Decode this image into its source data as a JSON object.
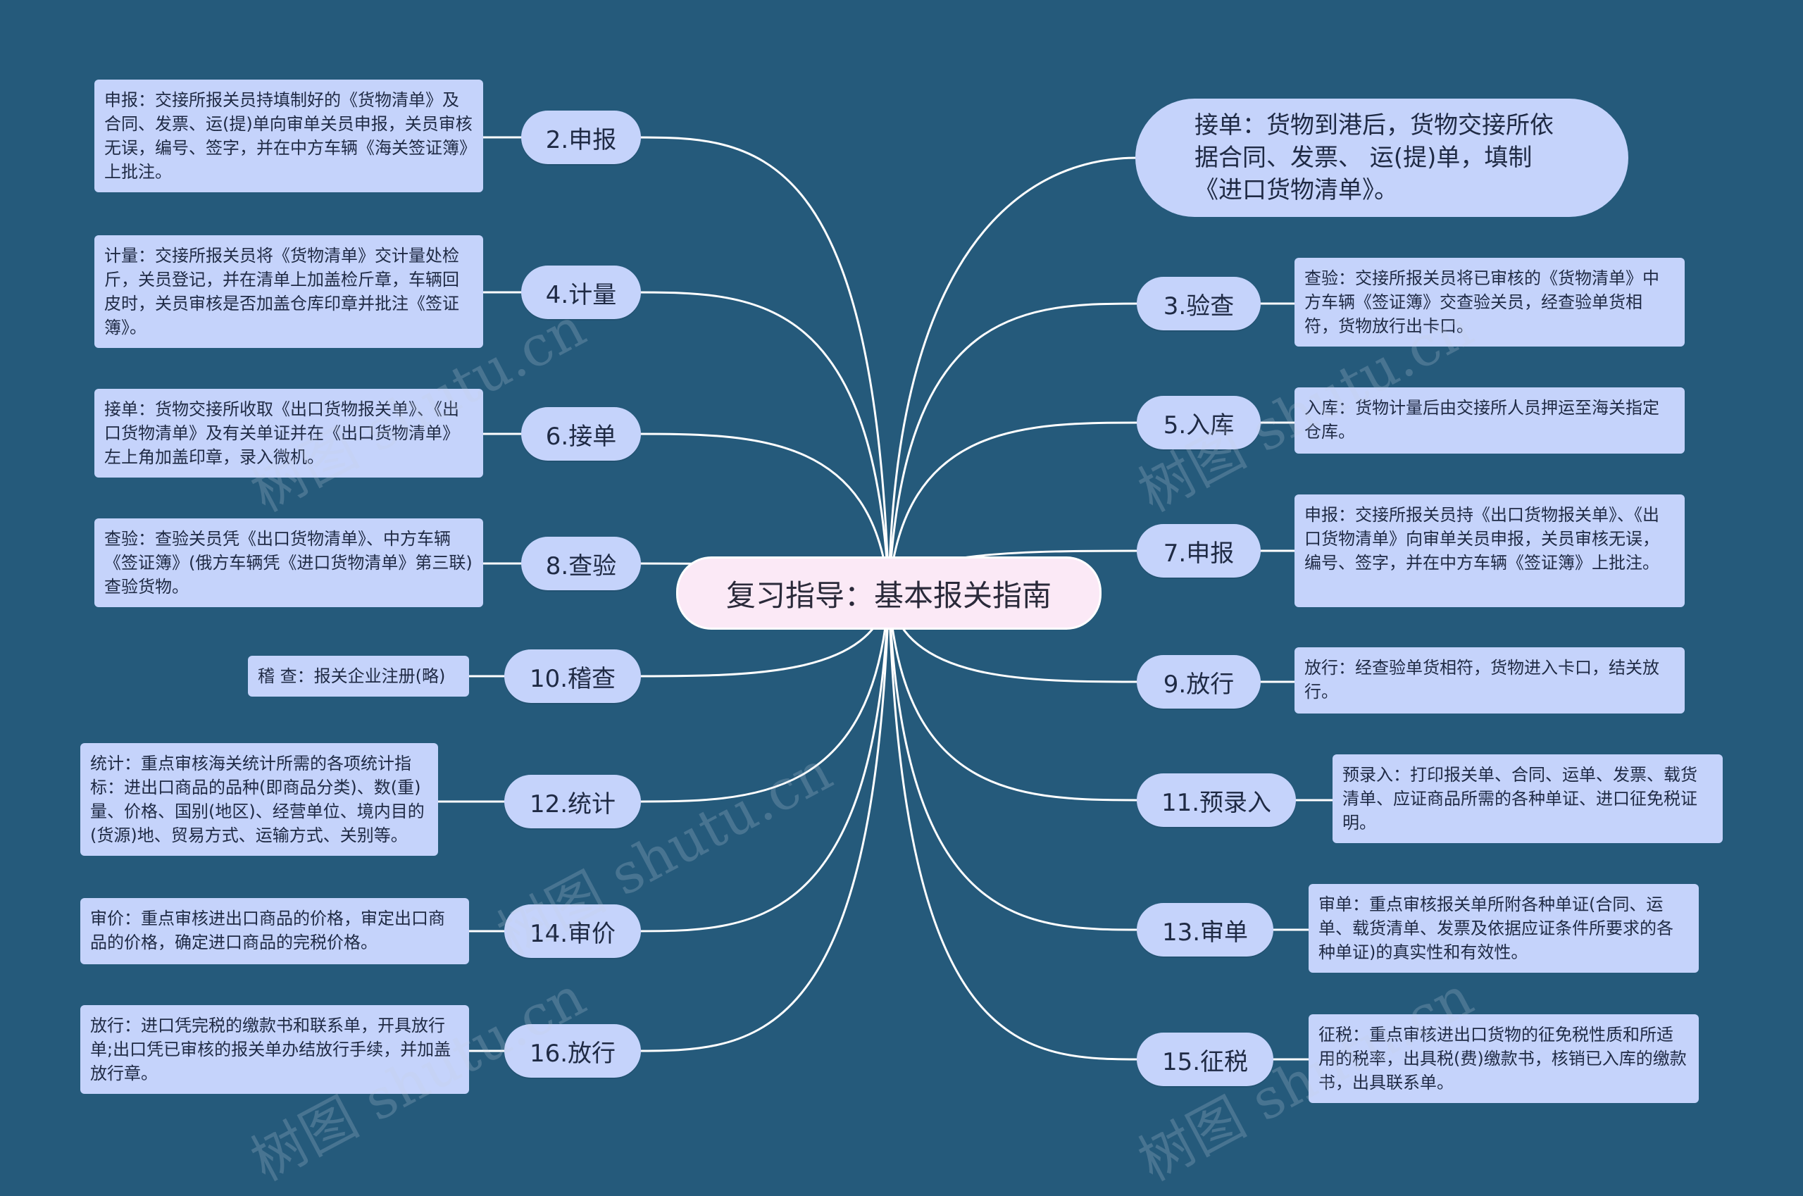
{
  "title": "复习指导：基本报关指南",
  "colors": {
    "background": "#255a7b",
    "node": "#c5d3fb",
    "center": "#fbe9f6",
    "line": "#ffffff"
  },
  "top_note": "接单：货物到港后，货物交接所依据合同、发票、 运(提)单，填制《进口货物清单》。",
  "left": [
    {
      "label": "2.申报",
      "note": "申报：交接所报关员持填制好的《货物清单》及合同、发票、运(提)单向审单关员申报，关员审核无误，编号、签字，并在中方车辆《海关签证簿》上批注。"
    },
    {
      "label": "4.计量",
      "note": "计量：交接所报关员将《货物清单》交计量处检斤，关员登记，并在清单上加盖检斤章，车辆回皮时，关员审核是否加盖仓库印章并批注《签证簿》。"
    },
    {
      "label": "6.接单",
      "note": "接单：货物交接所收取《出口货物报关单》、《出口货物清单》及有关单证并在《出口货物清单》左上角加盖印章，录入微机。"
    },
    {
      "label": "8.查验",
      "note": "查验：查验关员凭《出口货物清单》、中方车辆《签证簿》(俄方车辆凭《进口货物清单》第三联)查验货物。"
    },
    {
      "label": "10.稽查",
      "note": "稽 查：报关企业注册(略)"
    },
    {
      "label": "12.统计",
      "note": "统计：重点审核海关统计所需的各项统计指标：进出口商品的品种(即商品分类)、数(重)量、价格、国别(地区)、经营单位、境内目的(货源)地、贸易方式、运输方式、关别等。"
    },
    {
      "label": "14.审价",
      "note": "审价：重点审核进出口商品的价格，审定出口商品的价格，确定进口商品的完税价格。"
    },
    {
      "label": "16.放行",
      "note": "放行：进口凭完税的缴款书和联系单，开具放行单;出口凭已审核的报关单办结放行手续，并加盖放行章。"
    }
  ],
  "right": [
    {
      "label": "3.验查",
      "note": "查验：交接所报关员将已审核的《货物清单》中方车辆《签证簿》交查验关员，经查验单货相符，货物放行出卡口。"
    },
    {
      "label": "5.入库",
      "note": "入库：货物计量后由交接所人员押运至海关指定仓库。"
    },
    {
      "label": "7.申报",
      "note": "申报：交接所报关员持《出口货物报关单》、《出口货物清单》向审单关员申报，关员审核无误，编号、签字，并在中方车辆《签证簿》上批注。"
    },
    {
      "label": "9.放行",
      "note": "放行：经查验单货相符，货物进入卡口，结关放行。"
    },
    {
      "label": "11.预录入",
      "note": "预录入：打印报关单、合同、运单、发票、载货清单、应证商品所需的各种单证、进口征免税证明。"
    },
    {
      "label": "13.审单",
      "note": "审单：重点审核报关单所附各种单证(合同、运单、载货清单、发票及依据应证条件所要求的各种单证)的真实性和有效性。"
    },
    {
      "label": "15.征税",
      "note": "征税：重点审核进出口货物的征免税性质和所适用的税率，出具税(费)缴款书，核销已入库的缴款书，出具联系单。"
    }
  ],
  "watermark": "树图 shutu.cn"
}
